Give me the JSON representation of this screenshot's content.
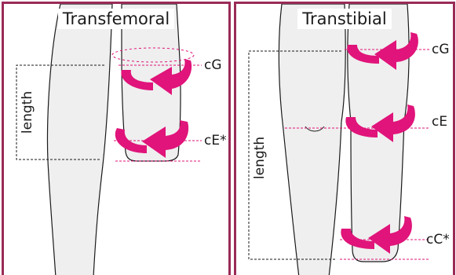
{
  "colors": {
    "frame": "#9a2b57",
    "arrow": "#e0147a",
    "limb_fill": "#efefef",
    "limb_stroke": "#1a1a1a",
    "guide_line": "#e0147a",
    "length_bracket": "#1a1a1a"
  },
  "panels": [
    {
      "title": "Transfemoral",
      "length_label": "length",
      "measurements": [
        {
          "label": "cG",
          "arrow_icon": "circumference-arrow-icon"
        },
        {
          "label": "cE*",
          "arrow_icon": "circumference-arrow-icon"
        }
      ]
    },
    {
      "title": "Transtibial",
      "length_label": "length",
      "measurements": [
        {
          "label": "cG",
          "arrow_icon": "circumference-arrow-icon"
        },
        {
          "label": "cE",
          "arrow_icon": "circumference-arrow-icon"
        },
        {
          "label": "cC*",
          "arrow_icon": "circumference-arrow-icon"
        }
      ]
    }
  ]
}
